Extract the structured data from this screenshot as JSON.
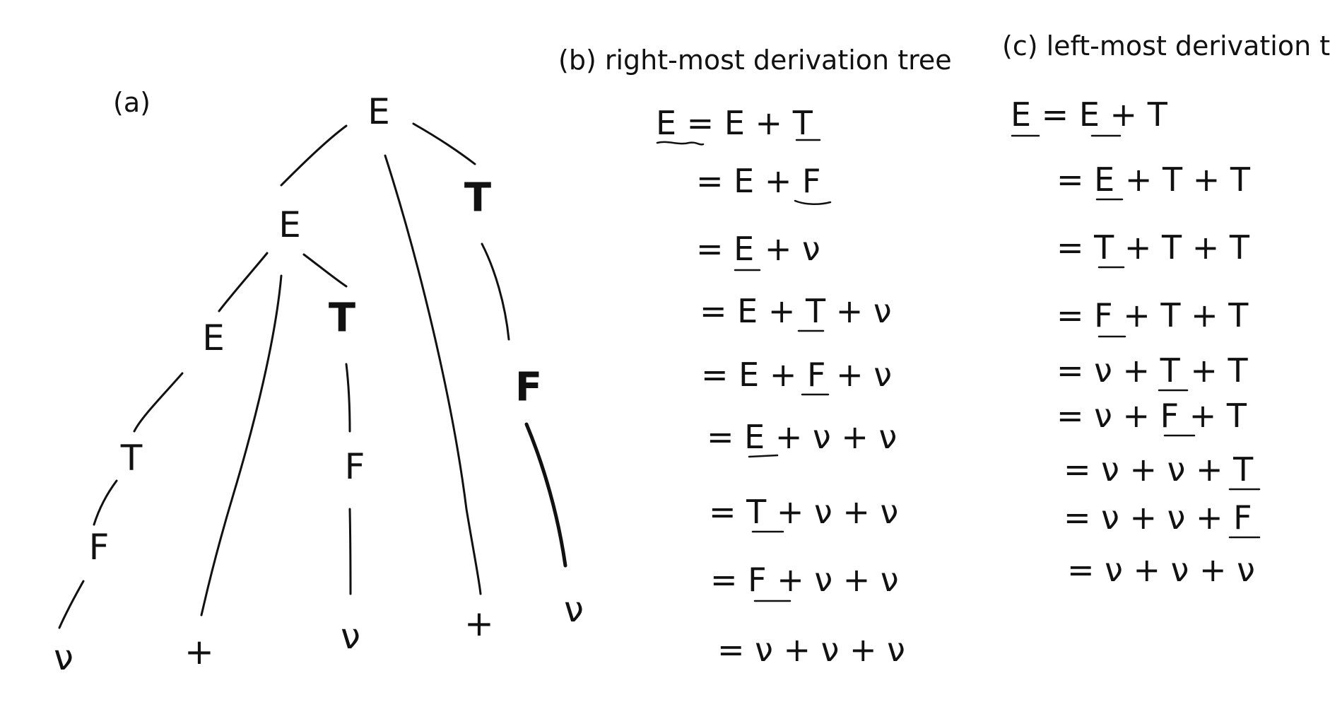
{
  "tree": {
    "label": "(a)",
    "nodes": {
      "root_E": "E",
      "E1": "E",
      "T1": "T",
      "E2": "E",
      "T2": "T",
      "F_right": "F",
      "T3": "T",
      "F_mid": "F",
      "F_left": "F",
      "leaf_v1": "ν",
      "leaf_plus1": "+",
      "leaf_v2": "ν",
      "leaf_plus2": "+",
      "leaf_v3": "ν"
    }
  },
  "rightmost": {
    "title": "(b) right-most derivation tree",
    "steps": [
      {
        "pre": "",
        "eq": "E = E + T"
      },
      {
        "pre": "",
        "eq": "= E + F"
      },
      {
        "pre": "",
        "eq": "= E + ν"
      },
      {
        "pre": "",
        "eq": "= E + T + ν"
      },
      {
        "pre": "",
        "eq": "= E + F + ν"
      },
      {
        "pre": "",
        "eq": "= E + ν + ν"
      },
      {
        "pre": "",
        "eq": "= T + ν + ν"
      },
      {
        "pre": "",
        "eq": "= F + ν + ν"
      },
      {
        "pre": "",
        "eq": "= ν + ν + ν"
      }
    ]
  },
  "leftmost": {
    "title": "(c) left-most derivation tree",
    "steps": [
      {
        "eq": "E = E + T"
      },
      {
        "eq": "= E + T + T"
      },
      {
        "eq": "= T + T + T"
      },
      {
        "eq": "= F + T + T"
      },
      {
        "eq": "= ν + T + T"
      },
      {
        "eq": "= ν + F + T"
      },
      {
        "eq": "= ν + ν + T"
      },
      {
        "eq": "= ν + ν + F"
      },
      {
        "eq": "= ν + ν + ν"
      }
    ]
  }
}
